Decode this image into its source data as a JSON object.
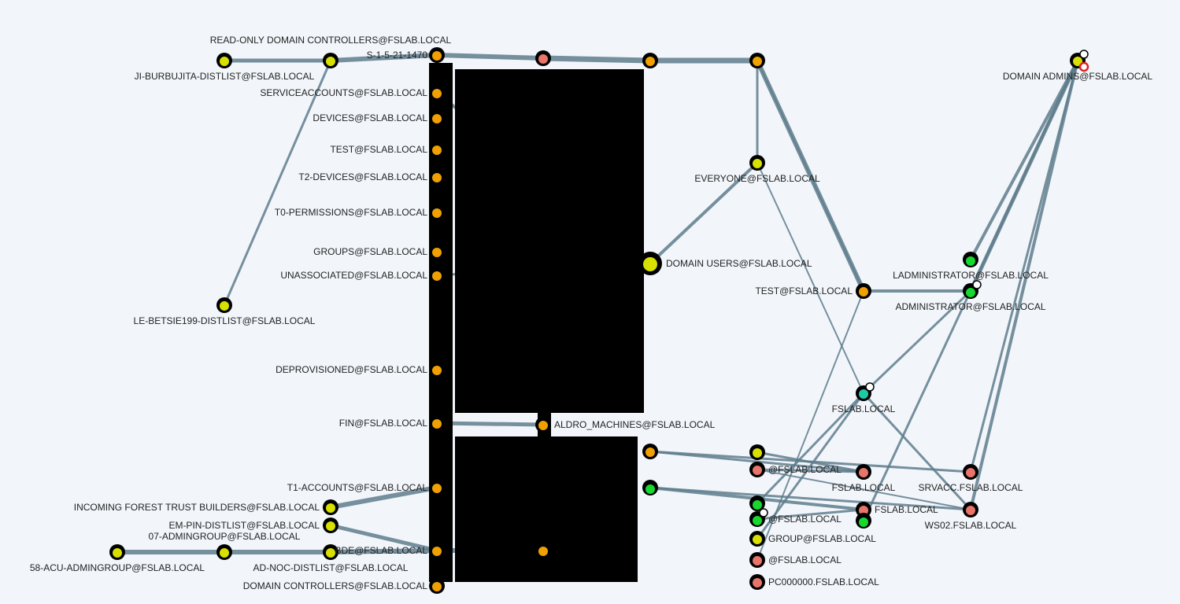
{
  "graph": {
    "colors": {
      "background": "#f2f6fb",
      "edge": "#5f7c8c",
      "group": "#d7e000",
      "ou": "#f0a000",
      "user": "#17d82e",
      "computer": "#e8756a",
      "domain": "#1ec9a8",
      "node_border": "#000000"
    },
    "nodes": [
      {
        "label": "58-ACU-ADMINGROUP@FSLAB.LOCAL",
        "type": "group",
        "icon": "group-icon"
      },
      {
        "label": "JI-BURBUJITA-DISTLIST@FSLAB.LOCAL",
        "type": "group",
        "icon": "group-icon"
      },
      {
        "label": "LE-BETSIE199-DISTLIST@FSLAB.LOCAL",
        "type": "group",
        "icon": "group-icon"
      },
      {
        "label": "07-ADMINGROUP@FSLAB.LOCAL",
        "type": "group",
        "icon": "group-icon"
      },
      {
        "label": "READ-ONLY DOMAIN CONTROLLERS@FSLAB.LOCAL",
        "type": "group",
        "icon": "group-icon"
      },
      {
        "label": "INCOMING FOREST TRUST BUILDERS@FSLAB.LOCAL",
        "type": "group",
        "icon": "group-icon"
      },
      {
        "label": "EM-PIN-DISTLIST@FSLAB.LOCAL",
        "type": "group",
        "icon": "group-icon"
      },
      {
        "label": "AD-NOC-DISTLIST@FSLAB.LOCAL",
        "type": "group",
        "icon": "group-icon"
      },
      {
        "label": "S-1-5-21-1470",
        "type": "ou",
        "icon": "ou-icon"
      },
      {
        "label": "SERVICEACCOUNTS@FSLAB.LOCAL",
        "type": "ou",
        "icon": "ou-icon"
      },
      {
        "label": "TEST@FSLAB.LOCAL",
        "type": "ou",
        "icon": "ou-icon"
      },
      {
        "label": "DEVICES@FSLAB.LOCAL",
        "type": "ou",
        "icon": "ou-icon"
      },
      {
        "label": "T2-DEVICES@FSLAB.LOCAL",
        "type": "ou",
        "icon": "ou-icon"
      },
      {
        "label": "T0-PERMISSIONS@FSLAB.LOCAL",
        "type": "ou",
        "icon": "ou-icon"
      },
      {
        "label": "GROUPS@FSLAB.LOCAL",
        "type": "ou",
        "icon": "ou-icon"
      },
      {
        "label": "UNASSOCIATED@FSLAB.LOCAL",
        "type": "ou",
        "icon": "ou-icon"
      },
      {
        "label": "DEPROVISIONED@FSLAB.LOCAL",
        "type": "ou",
        "icon": "ou-icon"
      },
      {
        "label": "FIN@FSLAB.LOCAL",
        "type": "ou",
        "icon": "ou-icon"
      },
      {
        "label": "T1-ACCOUNTS@FSLAB.LOCAL",
        "type": "ou",
        "icon": "ou-icon"
      },
      {
        "label": "BDE@FSLAB.LOCAL",
        "type": "ou",
        "icon": "ou-icon"
      },
      {
        "label": "DOMAIN CONTROLLERS@FSLAB.LOCAL",
        "type": "ou",
        "icon": "ou-icon"
      },
      {
        "label": "",
        "type": "computer",
        "icon": "computer-icon"
      },
      {
        "label": "ALDRO_MACHINES@FSLAB.LOCAL",
        "type": "ou",
        "icon": "ou-icon"
      },
      {
        "label": "",
        "type": "ou",
        "icon": "ou-icon"
      },
      {
        "label": "DOMAIN USERS@FSLAB.LOCAL",
        "type": "group",
        "icon": "group-icon",
        "big": true
      },
      {
        "label": "",
        "type": "ou",
        "icon": "ou-icon"
      },
      {
        "label": "",
        "type": "user",
        "icon": "user-icon"
      },
      {
        "label": "",
        "type": "ou",
        "icon": "ou-icon"
      },
      {
        "label": "EVERYONE@FSLAB.LOCAL",
        "type": "group",
        "icon": "group-icon"
      },
      {
        "label": "",
        "type": "group",
        "icon": "group-icon"
      },
      {
        "label": "@FSLAB.LOCAL",
        "type": "computer",
        "icon": "computer-icon"
      },
      {
        "label": "",
        "type": "user",
        "icon": "user-icon"
      },
      {
        "label": "@FSLAB.LOCAL",
        "type": "user",
        "icon": "user-icon",
        "highvalue": true
      },
      {
        "label": "GROUP@FSLAB.LOCAL",
        "type": "group",
        "icon": "group-icon"
      },
      {
        "label": "@FSLAB.LOCAL",
        "type": "computer",
        "icon": "computer-icon"
      },
      {
        "label": "",
        "type": "ou",
        "icon": "ou-icon"
      },
      {
        "label": "TEST@FSLAB.LOCAL",
        "type": "ou",
        "icon": "ou-icon"
      },
      {
        "label": "FSLAB.LOCAL",
        "type": "domain",
        "icon": "globe-icon",
        "highvalue": true
      },
      {
        "label": "FSLAB.LOCAL",
        "type": "computer",
        "icon": "computer-icon"
      },
      {
        "label": "FSLAB.LOCAL",
        "type": "computer",
        "icon": "computer-icon"
      },
      {
        "label": "",
        "type": "user",
        "icon": "user-icon"
      },
      {
        "label": "ADMINISTRATOR@FSLAB.LOCAL",
        "type": "user",
        "icon": "user-icon",
        "highvalue": true
      },
      {
        "label": "LADMINISTRATOR@FSLAB.LOCAL",
        "type": "user",
        "icon": "user-icon"
      },
      {
        "label": "SRVACC.FSLAB.LOCAL",
        "type": "computer",
        "icon": "computer-icon"
      },
      {
        "label": "WS02.FSLAB.LOCAL",
        "type": "computer",
        "icon": "computer-icon"
      },
      {
        "label": "DOMAIN ADMINS@FSLAB.LOCAL",
        "type": "group",
        "icon": "group-icon",
        "highvalue": true,
        "target": true
      },
      {
        "label": "PC000000.FSLAB.LOCAL",
        "type": "computer",
        "icon": "computer-icon"
      }
    ]
  }
}
